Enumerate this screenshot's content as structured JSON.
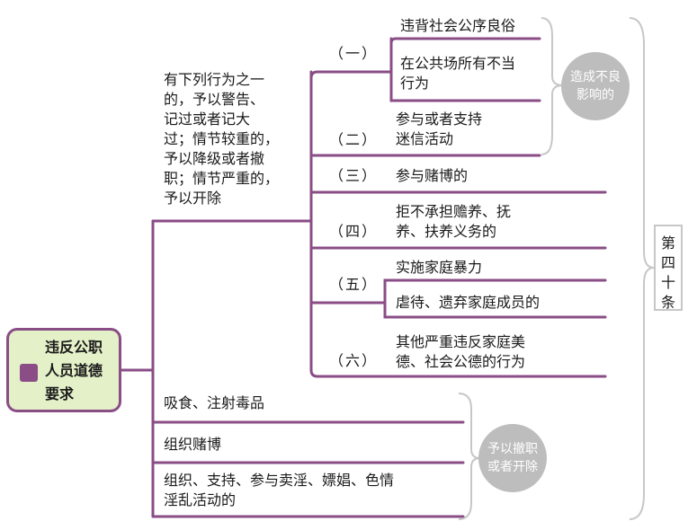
{
  "root": {
    "line1": "违反公职",
    "line2": "人员道德",
    "line3": "要求"
  },
  "warning": {
    "lines": [
      "有下列行为之一",
      "的，予以警告、",
      "记过或者记大",
      "过；情节较重的，",
      "予以降级或者撤",
      "职；情节严重的，",
      "予以开除"
    ]
  },
  "items": [
    {
      "num": "（一）",
      "sub": [
        {
          "lines": [
            "违背社会公序良俗"
          ]
        },
        {
          "lines": [
            "在公共场所有不当",
            "行为"
          ]
        }
      ]
    },
    {
      "num": "（二）",
      "lines": [
        "参与或者支持",
        "迷信活动"
      ]
    },
    {
      "num": "（三）",
      "lines": [
        "参与赌博的"
      ]
    },
    {
      "num": "（四）",
      "lines": [
        "拒不承担赡养、抚",
        "养、扶养义务的"
      ]
    },
    {
      "num": "（五）",
      "sub": [
        {
          "lines": [
            "实施家庭暴力"
          ]
        },
        {
          "lines": [
            "虐待、遗弃家庭成员的"
          ]
        }
      ]
    },
    {
      "num": "（六）",
      "lines": [
        "其他严重违反家庭美",
        "德、社会公德的行为"
      ]
    }
  ],
  "dismiss_items": [
    {
      "lines": [
        "吸食、注射毒品"
      ]
    },
    {
      "lines": [
        "组织赌博"
      ]
    },
    {
      "lines": [
        "组织、支持、参与卖淫、嫖娼、色情",
        "淫乱活动的"
      ]
    }
  ],
  "note_bad_influence": {
    "line1": "造成不良",
    "line2": "影响的"
  },
  "note_dismiss": {
    "line1": "予以撤职",
    "line2": "或者开除"
  },
  "article": {
    "chars": [
      "第",
      "四",
      "十",
      "条"
    ]
  },
  "colors": {
    "line": "#8a4d86",
    "root_fill": "#e3f0c8",
    "note_gray": "#bdbdbd",
    "bracket": "#c7c7c7"
  }
}
